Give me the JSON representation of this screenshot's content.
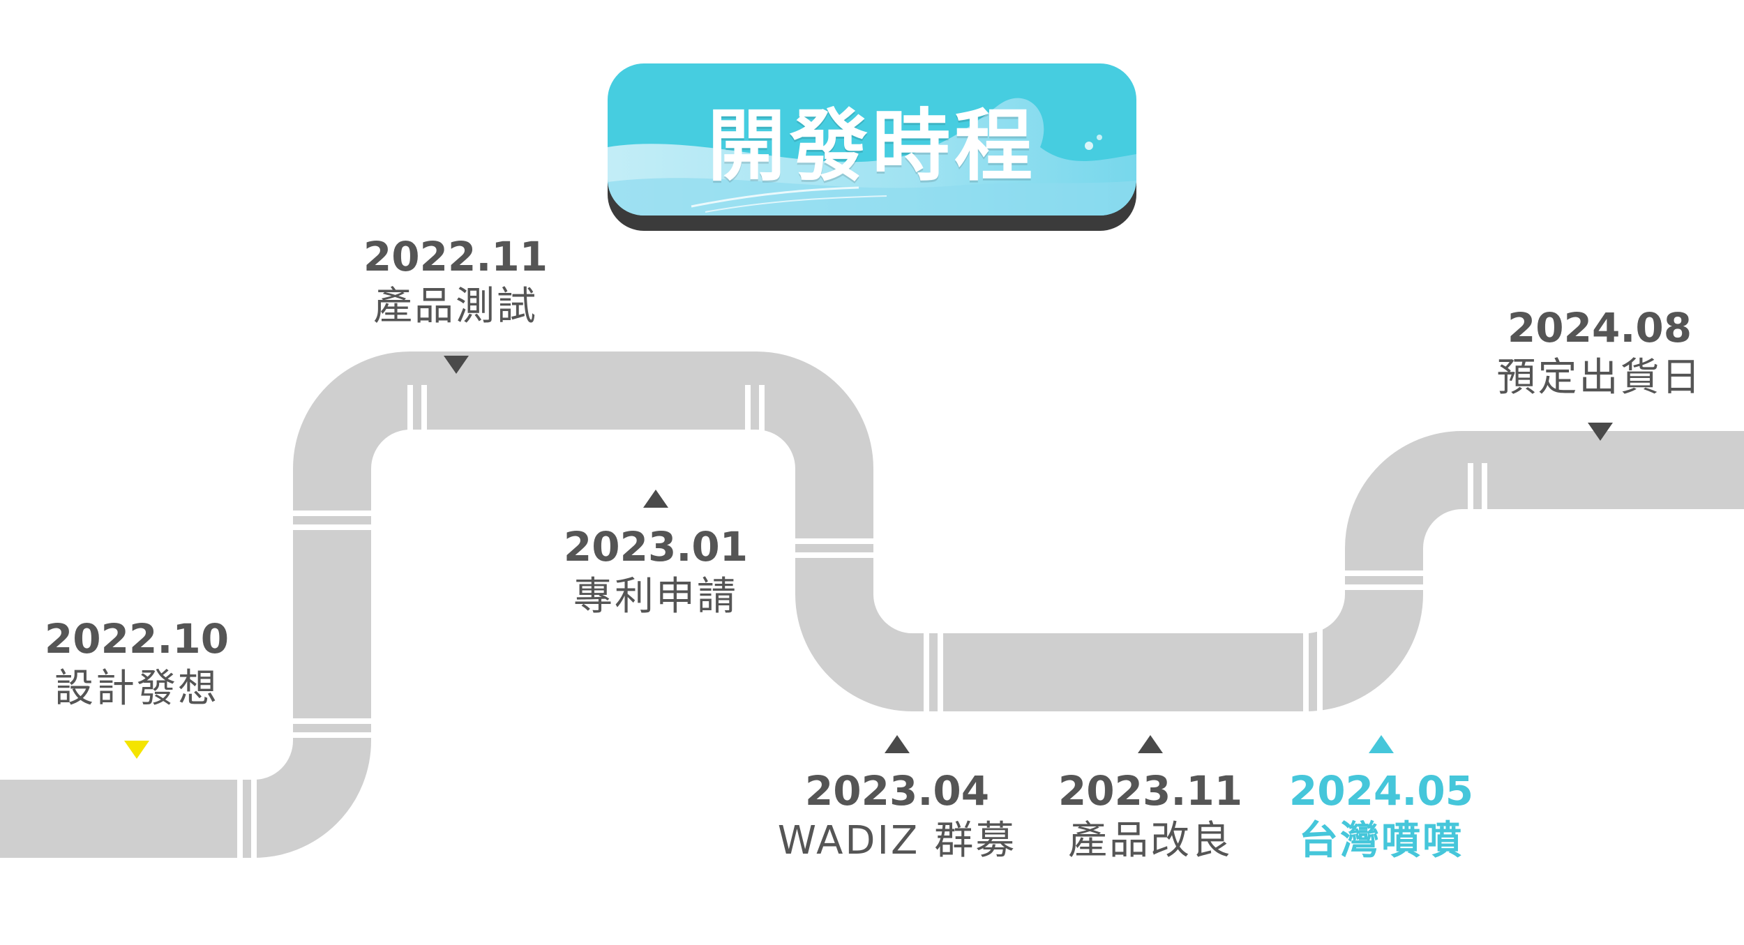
{
  "title": "開發時程",
  "colors": {
    "pipe": "#cfcfcf",
    "joint": "#ffffff",
    "text": "#555555",
    "accent": "#45c6da",
    "start_marker": "#f4e400",
    "badge": "#46cde0"
  },
  "milestones": [
    {
      "date": "2022.10",
      "event": "設計發想"
    },
    {
      "date": "2022.11",
      "event": "產品測試"
    },
    {
      "date": "2023.01",
      "event": "專利申請"
    },
    {
      "date": "2023.04",
      "event": "WADIZ 群募"
    },
    {
      "date": "2023.11",
      "event": "產品改良"
    },
    {
      "date": "2024.05",
      "event": "台灣噴噴"
    },
    {
      "date": "2024.08",
      "event": "預定出貨日"
    }
  ]
}
